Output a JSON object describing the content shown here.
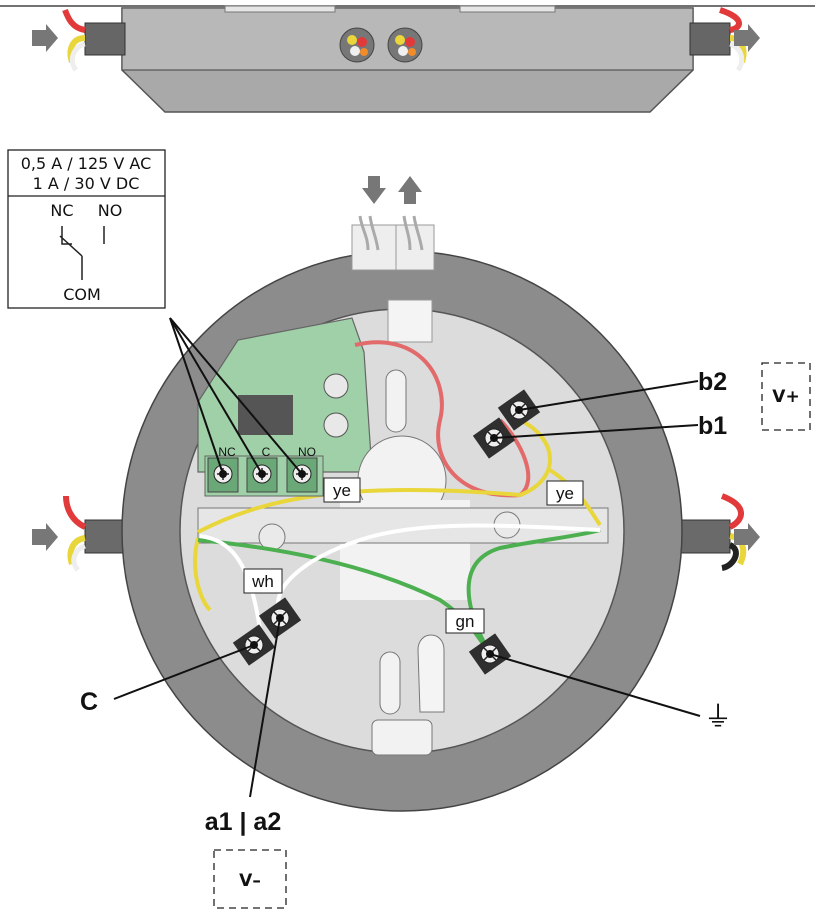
{
  "relay_box": {
    "rating_ac": "0,5 A / 125 V AC",
    "rating_dc": "1 A / 30 V DC",
    "nc": "NC",
    "no": "NO",
    "com": "COM"
  },
  "terminal_block": {
    "nc": "NC",
    "c": "C",
    "no": "NO"
  },
  "wire_labels": {
    "ye_left": "ye",
    "ye_right": "ye",
    "wh": "wh",
    "gn": "gn"
  },
  "terminals": {
    "b2": "b2",
    "b1": "b1",
    "c": "C",
    "a": "a1 | a2",
    "ground": "⏚"
  },
  "voltage_boxes": {
    "positive": "V+",
    "negative": "V–"
  },
  "colors": {
    "outer_ring": "#8c8c8c",
    "base_plate": "#dcdcdc",
    "relay_pcb": "#9fd0a7",
    "wire_red": "#e23a3a",
    "wire_yellow": "#e8d63a",
    "wire_green": "#4caf50",
    "wire_white": "#ffffff",
    "arrow": "#777777"
  }
}
